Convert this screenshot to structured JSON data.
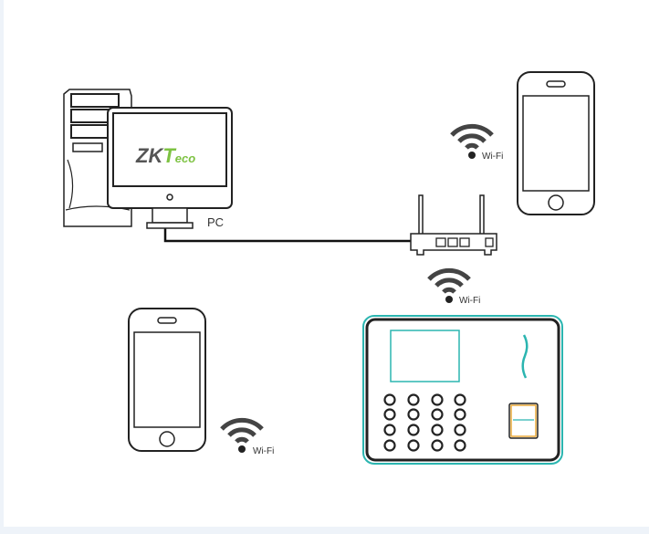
{
  "diagram": {
    "pc_label": "PC",
    "logo_text": "ZKTeco",
    "wifi_labels": [
      "Wi-Fi",
      "Wi-Fi",
      "Wi-Fi"
    ],
    "colors": {
      "stroke": "#222222",
      "teal": "#2bb5b0",
      "orange": "#e8a838",
      "logo_gray": "#555555",
      "logo_green": "#7dc242"
    }
  }
}
